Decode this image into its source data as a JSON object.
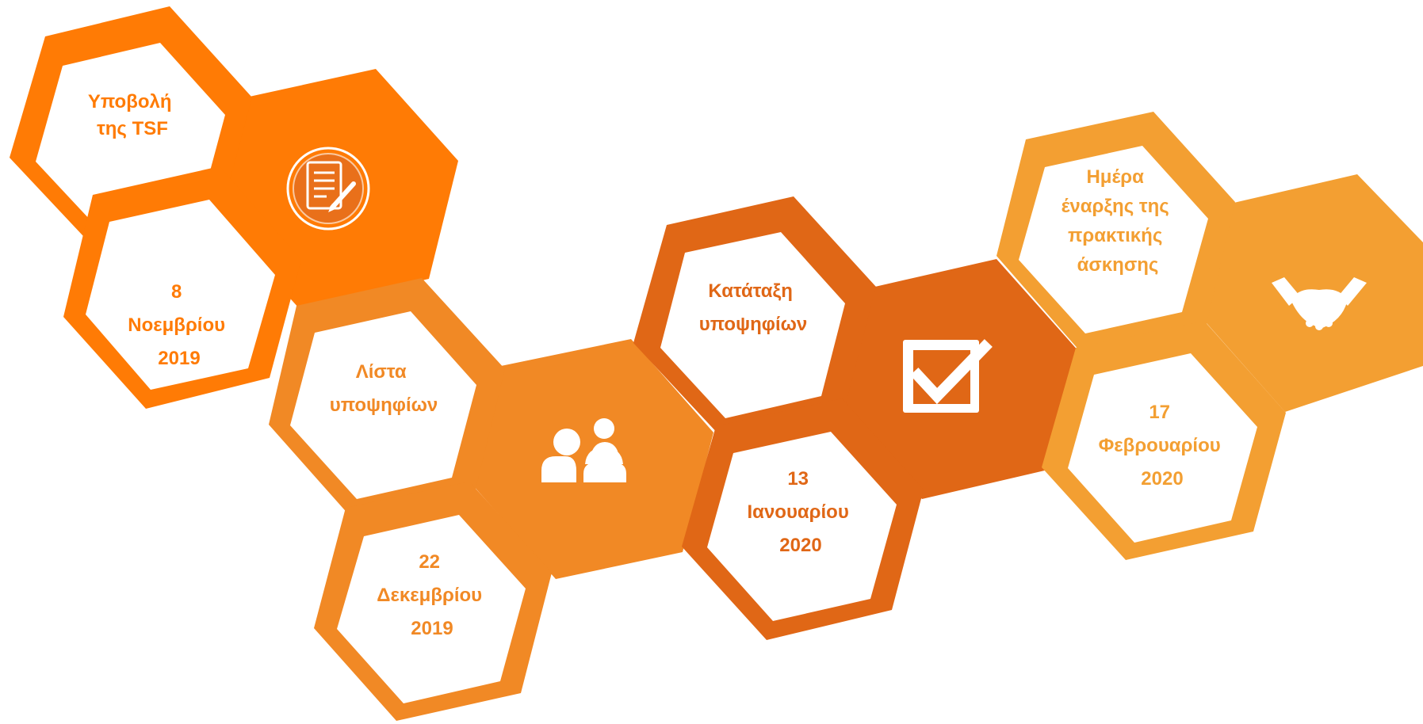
{
  "colors": {
    "stage1": "#FF7B05",
    "stage2": "#F18925",
    "stage3": "#E06716",
    "stage4": "#F39F32",
    "inner": "#FFFFFF",
    "icon_on_orange": "#FFFFFF"
  },
  "stages": [
    {
      "title_lines": [
        "Υποβολή",
        "της TSF"
      ],
      "date_lines": [
        "8",
        "Νοεμβρίου",
        "2019"
      ],
      "icon": "document-pen-icon"
    },
    {
      "title_lines": [
        "Λίστα",
        "υποψηφίων"
      ],
      "date_lines": [
        "22",
        "Δεκεμβρίου",
        "2019"
      ],
      "icon": "people-group-icon"
    },
    {
      "title_lines": [
        "Κατάταξη",
        "υποψηφίων"
      ],
      "date_lines": [
        "13",
        "Ιανουαρίου",
        "2020"
      ],
      "icon": "checkbox-checked-icon"
    },
    {
      "title_lines": [
        "Ημέρα",
        "έναρξης της",
        "πρακτικής",
        "άσκησης"
      ],
      "date_lines": [
        "17",
        "Φεβρουαρίου",
        "2020"
      ],
      "icon": "handshake-icon"
    }
  ]
}
